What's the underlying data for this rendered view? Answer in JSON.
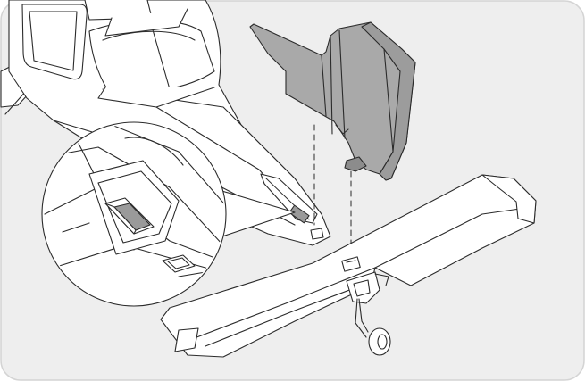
{
  "figure": {
    "background": "#ffffff",
    "panel_fill": "#eeeeee",
    "panel_stroke": "#d4d4d4",
    "line_color": "#2b2b2b",
    "fin_fill": "#a9a9a9",
    "fin_dark": "#8c8c8c",
    "slot_fill": "#9a9a9a",
    "icons": [
      "airplane-fuselage-illustration",
      "vertical-fin-illustration",
      "horizontal-stabilizer-illustration",
      "tail-wheel-illustration",
      "magnifier-callout"
    ]
  }
}
